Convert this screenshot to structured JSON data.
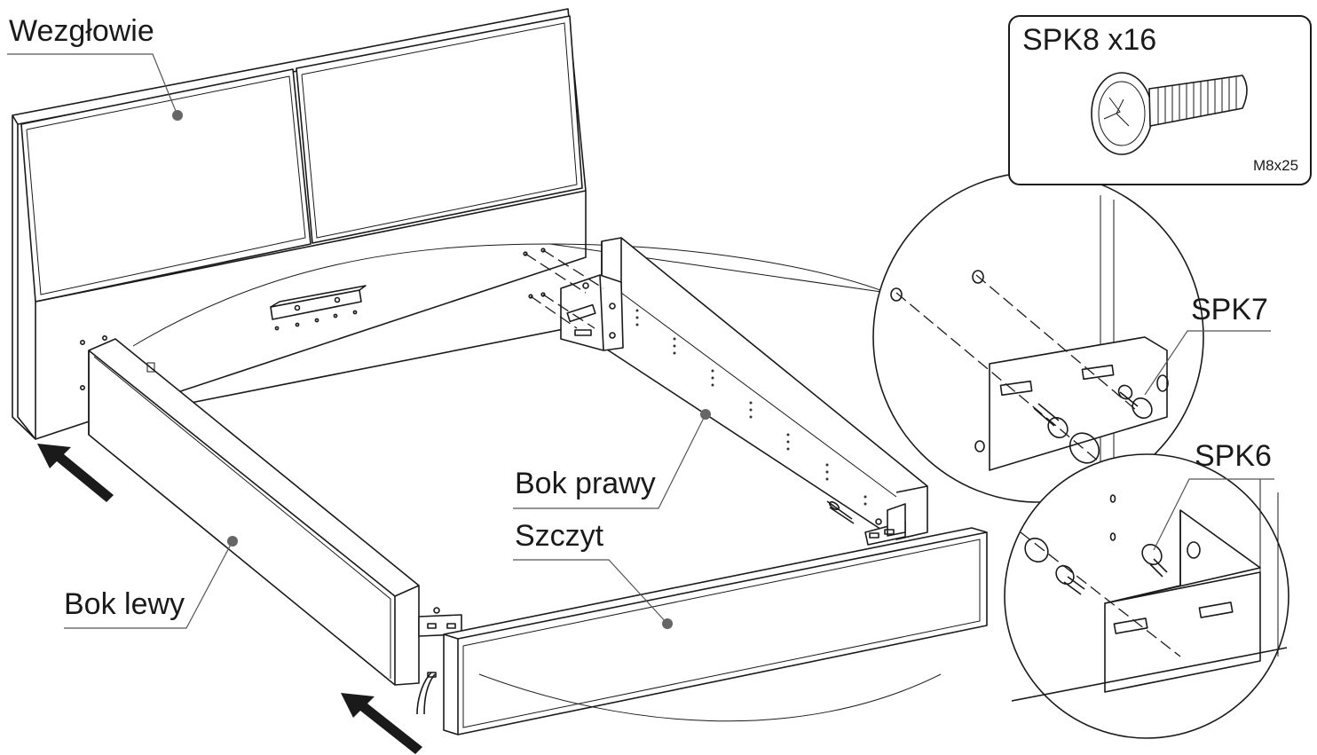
{
  "labels": {
    "headboard": "Wezgłowie",
    "right_side": "Bok prawy",
    "footboard": "Szczyt",
    "left_side": "Bok lewy",
    "spk7": "SPK7",
    "spk6": "SPK6"
  },
  "parts_box": {
    "part_count": "SPK8 x16",
    "screw_size": "M8x25"
  },
  "icons": {
    "arrow_lower_left": "push-arrow-icon",
    "arrow_lower_center": "push-arrow-icon",
    "screw": "screw-icon"
  },
  "colors": {
    "line": "#1a1a1a",
    "leader": "#555555",
    "marker": "#666666",
    "background": "#ffffff"
  }
}
